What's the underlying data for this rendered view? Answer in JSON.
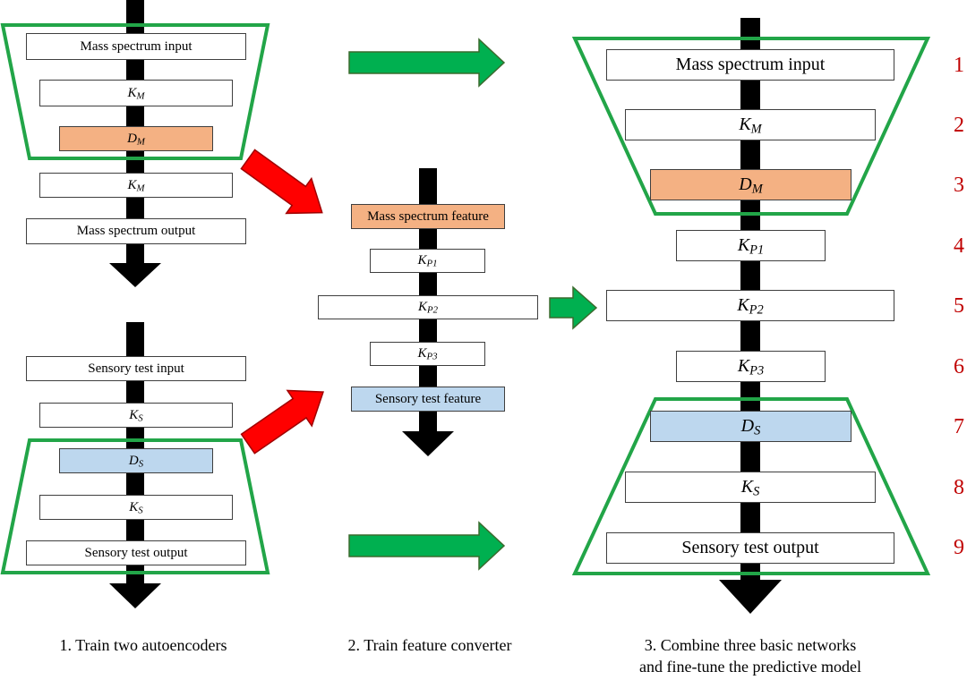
{
  "panel1": {
    "autoencoder_top": {
      "input": "Mass spectrum input",
      "k_top": {
        "base": "K",
        "sub": "M"
      },
      "bottleneck": {
        "base": "D",
        "sub": "M"
      },
      "k_bottom": {
        "base": "K",
        "sub": "M"
      },
      "output": "Mass spectrum output"
    },
    "autoencoder_bottom": {
      "input": "Sensory test input",
      "k_top": {
        "base": "K",
        "sub": "S"
      },
      "bottleneck": {
        "base": "D",
        "sub": "S"
      },
      "k_bottom": {
        "base": "K",
        "sub": "S"
      },
      "output": "Sensory test output"
    },
    "caption": "1. Train two autoencoders"
  },
  "panel2": {
    "feature_in": "Mass spectrum feature",
    "k1": {
      "base": "K",
      "sub": "P1"
    },
    "k2": {
      "base": "K",
      "sub": "P2"
    },
    "k3": {
      "base": "K",
      "sub": "P3"
    },
    "feature_out": "Sensory test feature",
    "caption": "2. Train feature converter"
  },
  "panel3": {
    "layers": [
      {
        "text": "Mass spectrum input"
      },
      {
        "base": "K",
        "sub": "M"
      },
      {
        "base": "D",
        "sub": "M"
      },
      {
        "base": "K",
        "sub": "P1"
      },
      {
        "base": "K",
        "sub": "P2"
      },
      {
        "base": "K",
        "sub": "P3"
      },
      {
        "base": "D",
        "sub": "S"
      },
      {
        "base": "K",
        "sub": "S"
      },
      {
        "text": "Sensory test output"
      }
    ],
    "layer_numbers": [
      "1",
      "2",
      "3",
      "4",
      "5",
      "6",
      "7",
      "8",
      "9"
    ],
    "caption_line1": "3. Combine three basic networks",
    "caption_line2": "and fine-tune the predictive model"
  },
  "colors": {
    "trapezoid": "#22a548",
    "green_arrow": "#00b050",
    "red_arrow": "#ff0000",
    "feature_orange": "#f4b183",
    "feature_blue": "#bdd7ee",
    "layer_number": "#c00000"
  }
}
